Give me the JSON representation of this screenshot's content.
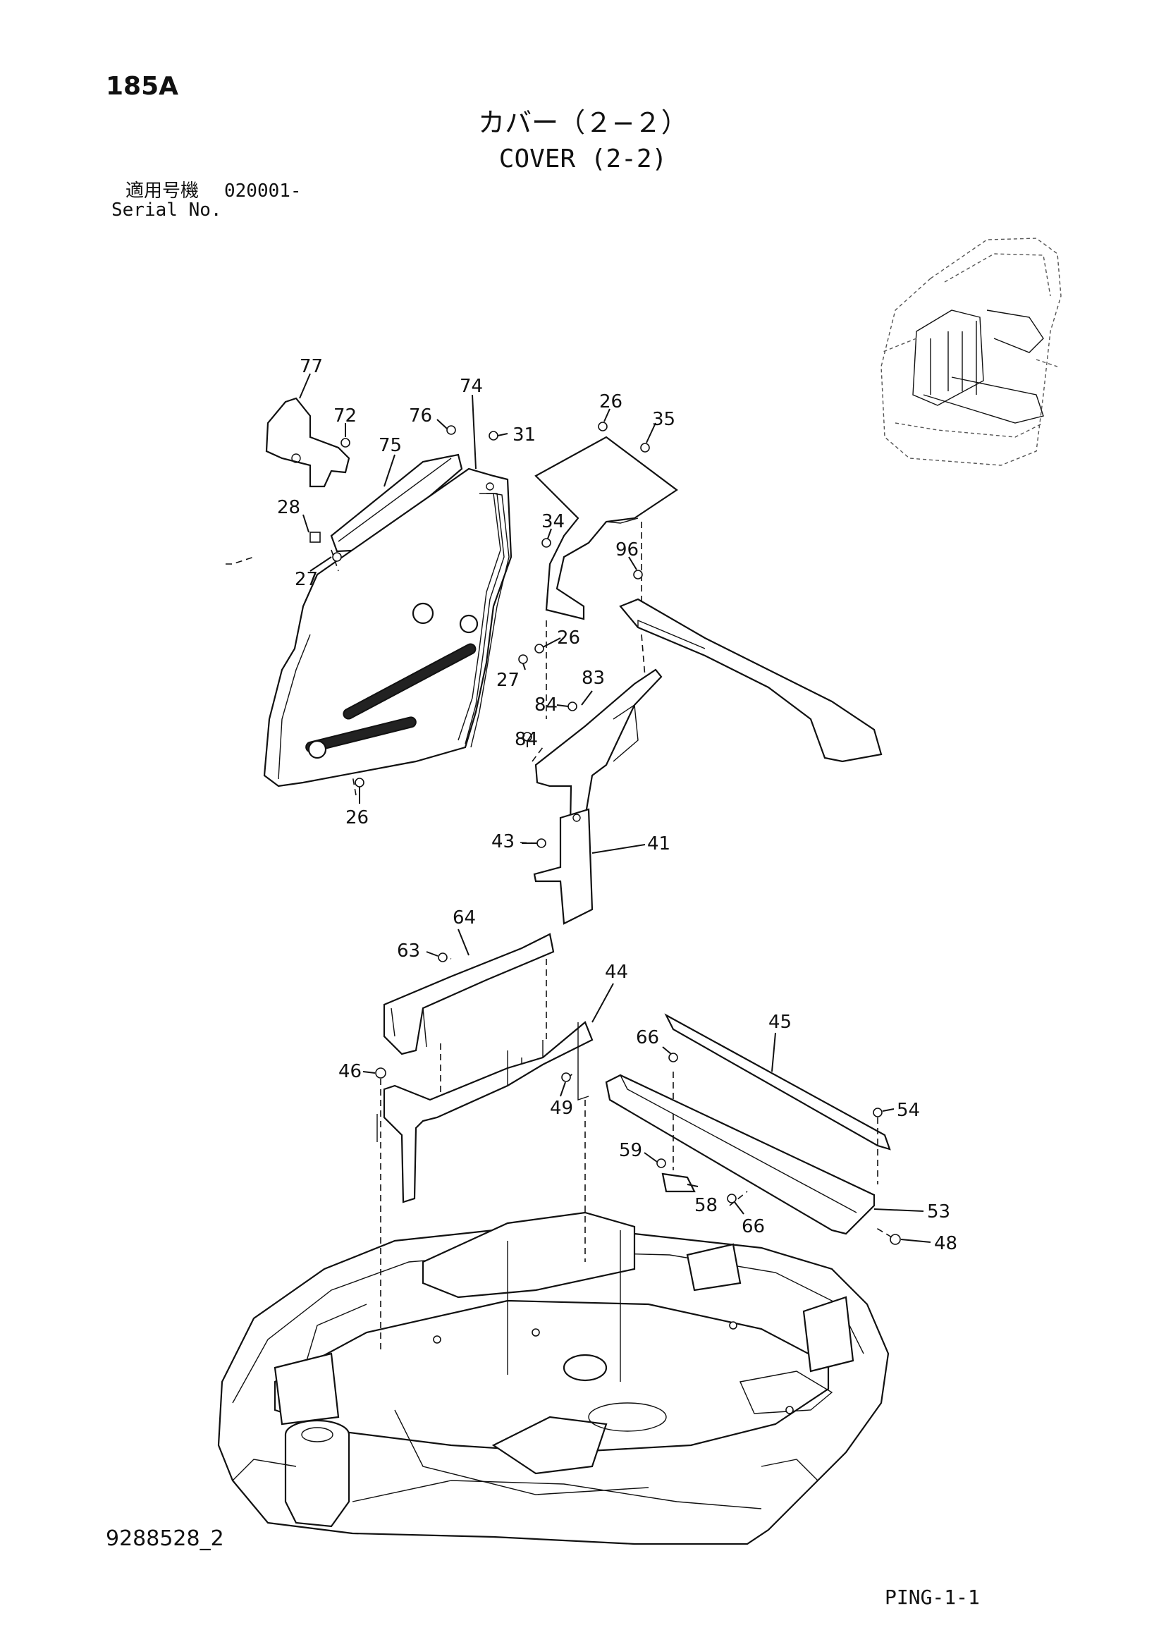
{
  "page_code": "185A",
  "title_jp": "カバー（２−２）",
  "title_en": "COVER (2-2)",
  "serial_label_jp": "適用号機",
  "serial_value": "020001-",
  "serial_label_en": "Serial No.",
  "drawing_number": "9288528_2",
  "page_reference": "PING-1-1",
  "callouts": {
    "c77": "77",
    "c72": "72",
    "c75": "75",
    "c76": "76",
    "c74": "74",
    "c31": "31",
    "c26a": "26",
    "c35": "35",
    "c28": "28",
    "c34": "34",
    "c96": "96",
    "c27a": "27",
    "c26b": "26",
    "c27b": "27",
    "c83": "83",
    "c84a": "84",
    "c84b": "84",
    "c26c": "26",
    "c41": "41",
    "c43": "43",
    "c64": "64",
    "c63": "63",
    "c44": "44",
    "c45": "45",
    "c66a": "66",
    "c46": "46",
    "c49": "49",
    "c54": "54",
    "c59": "59",
    "c58": "58",
    "c66b": "66",
    "c53": "53",
    "c48": "48"
  }
}
